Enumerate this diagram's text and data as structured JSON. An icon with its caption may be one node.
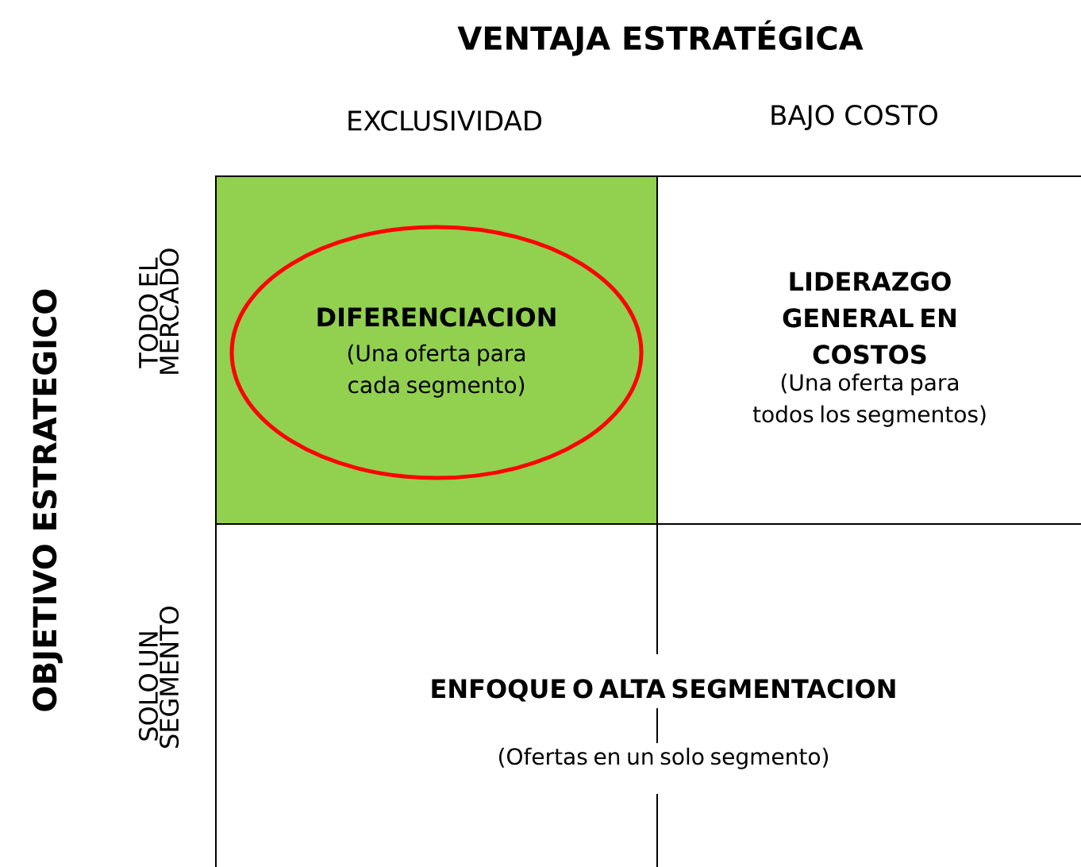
{
  "diagram": {
    "title": "VENTAJA ESTRATÉGICA",
    "nodes": [
      {
        "text": [],
        "shape": "box"
      },
      {
        "text": [
          "DIFERENCIACION",
          "(Una oferta para cada segmento)"
        ],
        "in": 0
      },
      {
        "text": [
          "LIDERAZGO GENERAL EN COSTOS",
          "(Una oferta para todos los segmentos)"
        ]
      },
      {
        "text": [
          "ENFOQUE O ALTA SEGMENTACION",
          "(Ofertas en un solo segmento)"
        ]
      }
    ],
    "edges": [],
    "labels": [
      "EXCLUSIVIDAD",
      "BAJO COSTO",
      "OBJETIVO ESTRATEGICO",
      "TODO EL MERCADO",
      "SOLO UN SEGMENTO"
    ]
  }
}
